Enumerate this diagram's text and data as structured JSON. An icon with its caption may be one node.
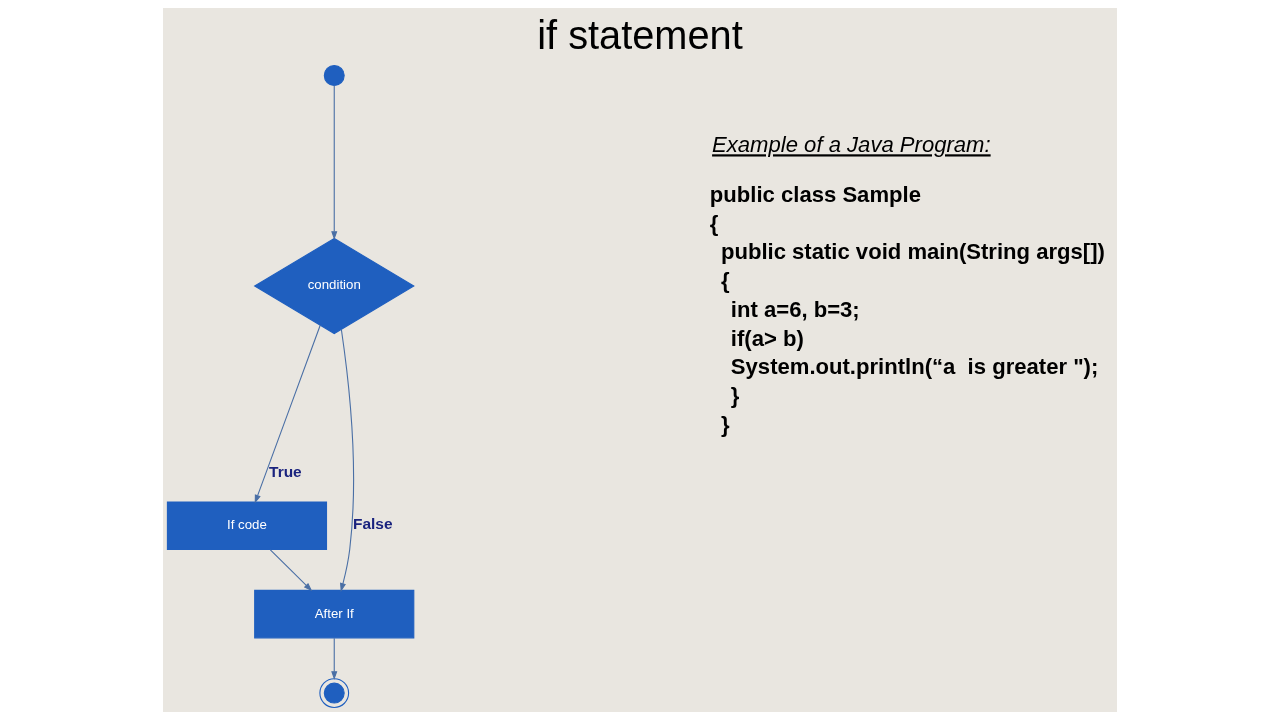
{
  "diagram": {
    "title": "if statement",
    "nodes": [
      {
        "text": [],
        "shape": "circle"
      },
      {
        "text": [
          "condition"
        ]
      },
      {
        "text": [
          "If code"
        ]
      },
      {
        "text": [
          "After If"
        ]
      },
      {
        "text": [],
        "shape": "circle"
      }
    ],
    "edges": [
      {
        "from": 0,
        "to": 1,
        "arrow": "to"
      },
      {
        "from": 1,
        "to": 2,
        "arrow": "to",
        "label": "True"
      },
      {
        "from": 1,
        "to": 3,
        "arrow": "to",
        "label": "False"
      },
      {
        "from": 2,
        "to": 3,
        "arrow": "to"
      },
      {
        "from": 3,
        "to": 4,
        "arrow": "to"
      }
    ],
    "labels": [
      "Example of a Java Program:",
      "public class Sample",
      "{",
      "public static void main(String args[])",
      "{",
      "int a=6, b=3;",
      "if(a> b)",
      "System.out.println(“a  is greater \");",
      "}",
      "}"
    ]
  }
}
